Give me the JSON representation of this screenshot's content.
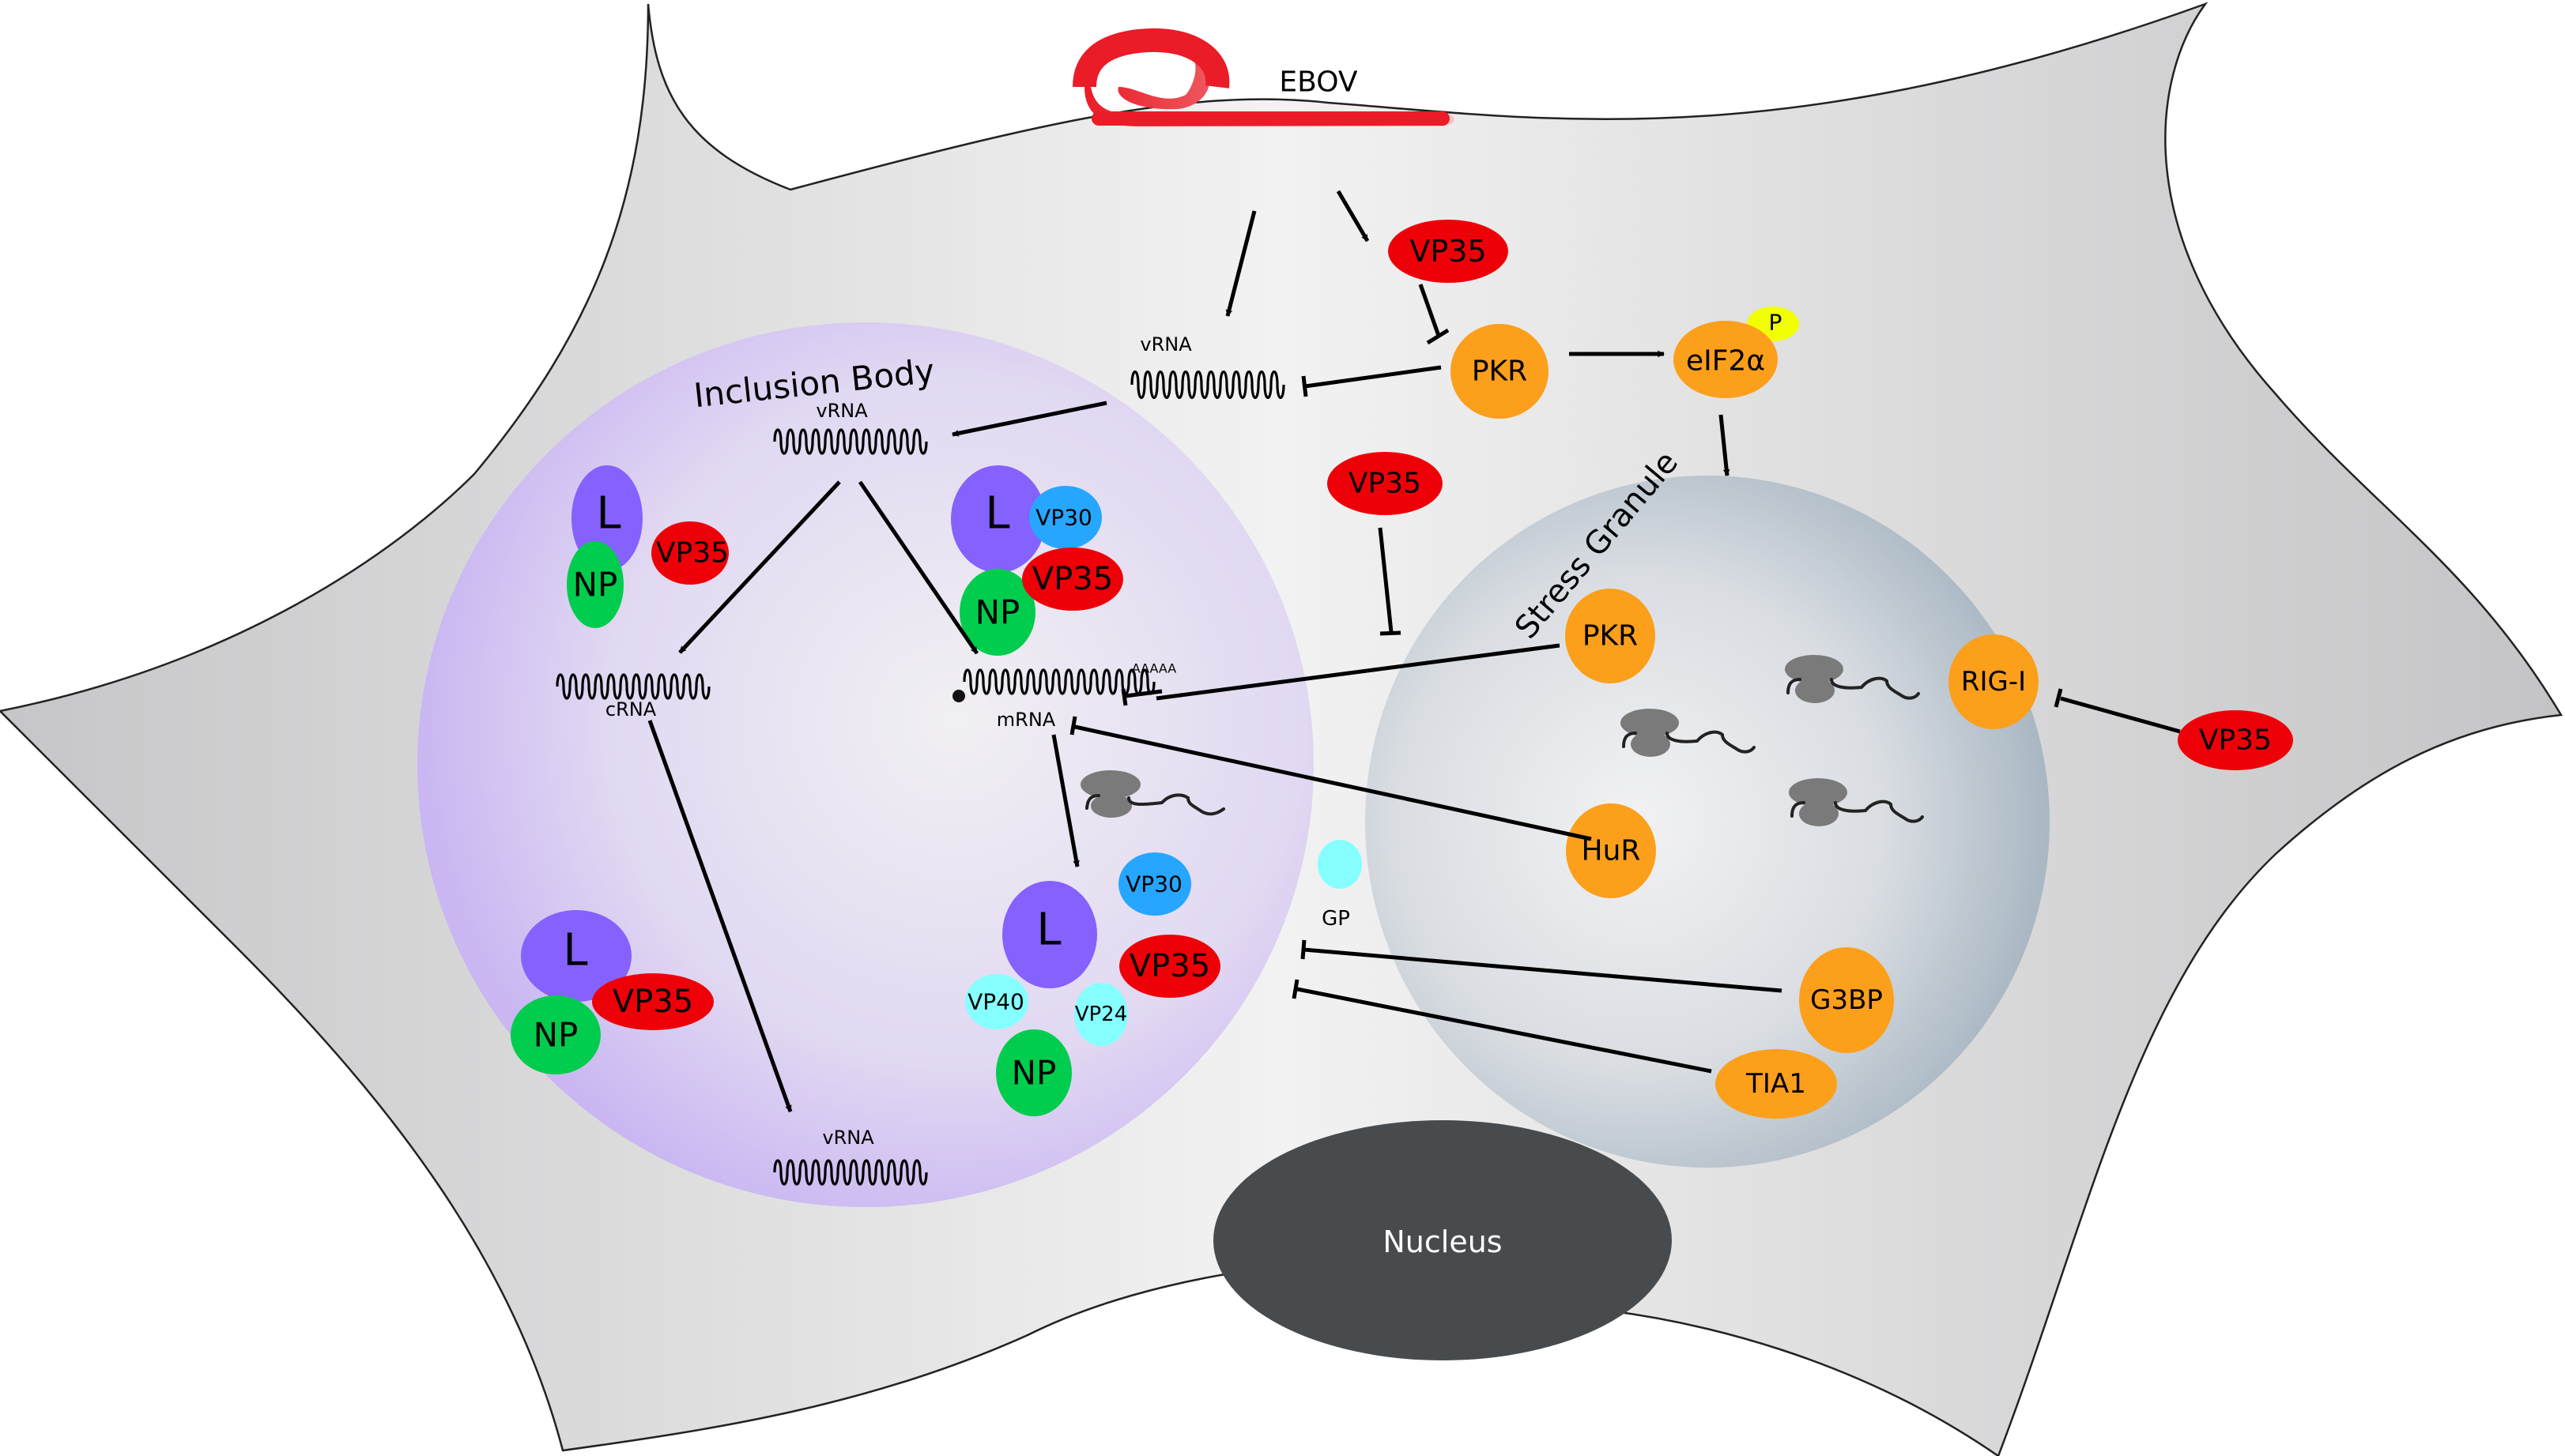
{
  "title": "EBOV",
  "colors": {
    "vp35": "#ee0008",
    "host_protein": "#fc9f1b",
    "L": "#8561fd",
    "NP": "#00cd4d",
    "VP30": "#26a6ff",
    "VP40_VP24_GP": "#86ffff",
    "phospho": "#f2ff00",
    "nucleus": "#474b4e",
    "virus": "#ea1c27"
  },
  "compartments": {
    "inclusion_body": "Inclusion Body",
    "stress_granule": "Stress Granule",
    "nucleus": "Nucleus"
  },
  "rna": {
    "vrna_top": "vRNA",
    "vrna_inclusion": "vRNA",
    "crna": "cRNA",
    "mrna": "mRNA",
    "polya": "AAAAA",
    "vrna_bottom": "vRNA"
  },
  "proteins": {
    "vp35_top": "VP35",
    "pkr_top": "PKR",
    "eif2a": "eIF2α",
    "phospho": "P",
    "vp35_mid": "VP35",
    "complex1": {
      "L": "L",
      "VP35": "VP35",
      "NP": "NP"
    },
    "complex2": {
      "L": "L",
      "VP30": "VP30",
      "VP35": "VP35",
      "NP": "NP"
    },
    "complex3": {
      "L": "L",
      "VP35": "VP35",
      "NP": "NP"
    },
    "complex4": {
      "L": "L",
      "VP30": "VP30",
      "VP35": "VP35",
      "VP40": "VP40",
      "VP24": "VP24",
      "NP": "NP"
    },
    "gp": "GP",
    "sg_pkr": "PKR",
    "rig_i": "RIG-I",
    "vp35_right": "VP35",
    "hur": "HuR",
    "g3bp": "G3BP",
    "tia1": "TIA1"
  },
  "interactions": [
    {
      "from": "EBOV",
      "to": "vRNA",
      "type": "arrow"
    },
    {
      "from": "EBOV",
      "to": "VP35",
      "type": "arrow"
    },
    {
      "from": "VP35",
      "to": "PKR",
      "type": "inhibit"
    },
    {
      "from": "PKR",
      "to": "vRNA",
      "type": "inhibit"
    },
    {
      "from": "PKR",
      "to": "eIF2α",
      "type": "arrow"
    },
    {
      "from": "eIF2α",
      "to": "Stress Granule",
      "type": "arrow"
    },
    {
      "from": "vRNA",
      "to": "Inclusion Body vRNA",
      "type": "arrow"
    },
    {
      "from": "Inclusion Body vRNA",
      "to": "cRNA",
      "type": "arrow"
    },
    {
      "from": "Inclusion Body vRNA",
      "to": "mRNA",
      "type": "arrow"
    },
    {
      "from": "cRNA",
      "to": "vRNA",
      "type": "arrow"
    },
    {
      "from": "mRNA",
      "to": "L/VP30/VP35/VP40/VP24/NP",
      "type": "arrow"
    },
    {
      "from": "VP35",
      "to": "Stress Granule",
      "type": "inhibit"
    },
    {
      "from": "PKR (SG)",
      "to": "mRNA",
      "type": "inhibit"
    },
    {
      "from": "HuR",
      "to": "mRNA",
      "type": "inhibit"
    },
    {
      "from": "VP35",
      "to": "RIG-I",
      "type": "inhibit"
    },
    {
      "from": "G3BP",
      "to": "viral proteins",
      "type": "inhibit"
    },
    {
      "from": "TIA1",
      "to": "viral proteins",
      "type": "inhibit"
    }
  ]
}
